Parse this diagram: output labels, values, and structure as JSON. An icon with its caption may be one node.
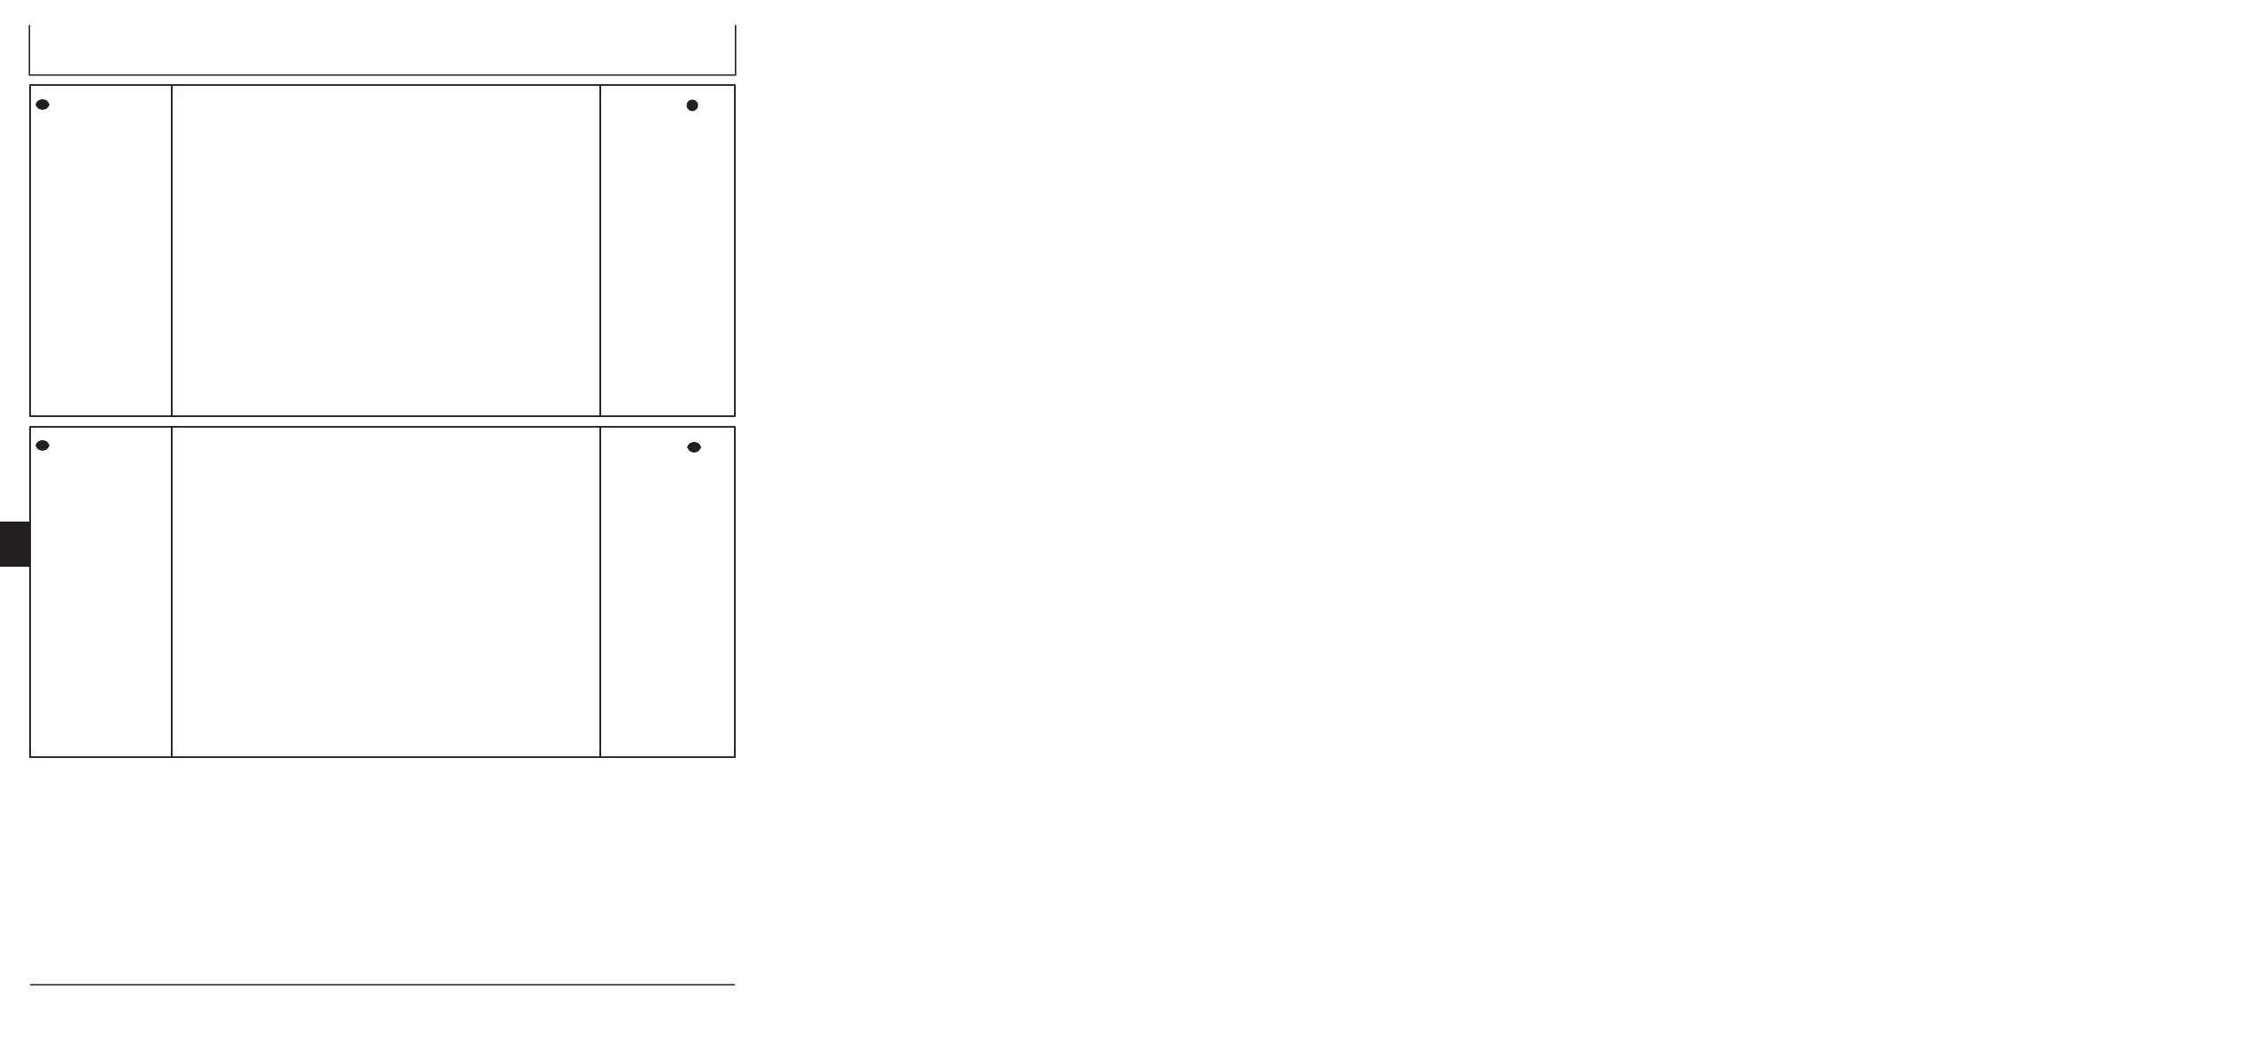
{
  "diagram": {
    "nodes": [
      {
        "text": [],
        "shape": "box"
      },
      {
        "text": [],
        "shape": "box"
      },
      {
        "text": [],
        "shape": "box",
        "in": 1
      },
      {
        "text": [],
        "shape": "box",
        "in": 1
      },
      {
        "text": [],
        "shape": "box",
        "in": 1
      },
      {
        "text": [],
        "shape": "box"
      },
      {
        "text": [],
        "shape": "box",
        "in": 5
      },
      {
        "text": [],
        "shape": "box",
        "in": 5
      },
      {
        "text": [],
        "shape": "box",
        "in": 5
      }
    ]
  }
}
